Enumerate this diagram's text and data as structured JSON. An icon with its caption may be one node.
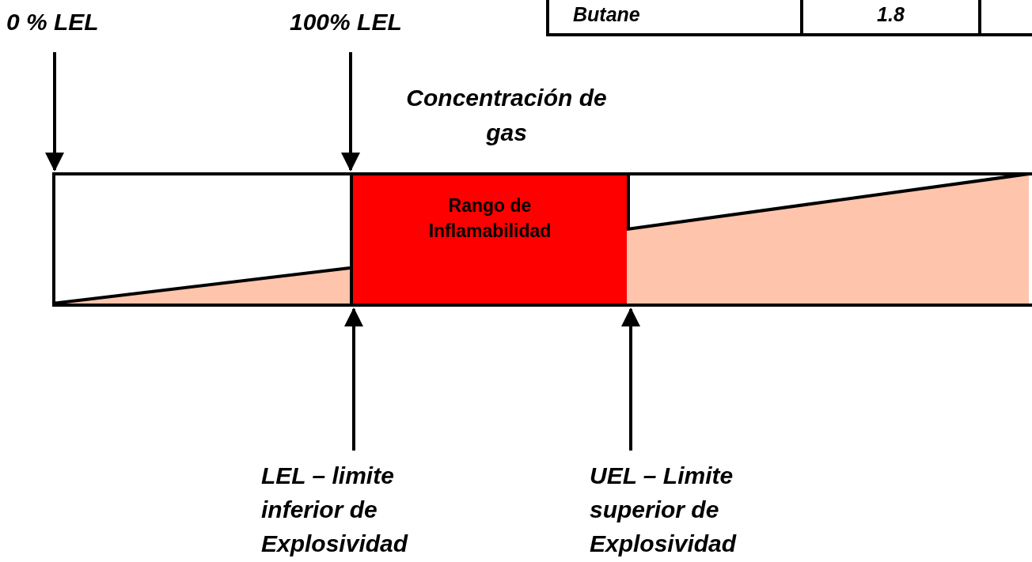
{
  "diagram": {
    "nodes": [
      {
        "text": [
          "0 % LEL"
        ]
      },
      {
        "text": [
          "100% LEL"
        ]
      },
      {
        "text": [],
        "shape": "box"
      },
      {
        "text": [
          "Rango de Inflamabilidad"
        ]
      },
      {
        "text": [],
        "shape": "box"
      },
      {
        "text": [
          "LEL – limite inferior de Explosividad"
        ]
      },
      {
        "text": [
          "UEL – Limite superior de Explosividad"
        ]
      }
    ],
    "edges": [
      {
        "from": 0,
        "to": 2,
        "arrow": "to"
      },
      {
        "from": 1,
        "to": 3,
        "arrow": "to"
      },
      {
        "from": 5,
        "to": 3,
        "arrow": "to"
      },
      {
        "from": 6,
        "to": 4,
        "arrow": "to"
      }
    ],
    "labels": [
      "Concentración de gas",
      "Butane",
      "1.8"
    ]
  }
}
